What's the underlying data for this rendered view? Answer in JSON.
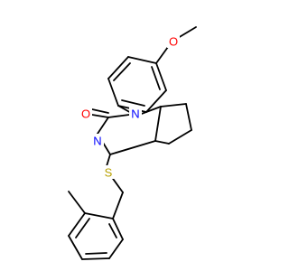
{
  "molecule": {
    "atom_labels": {
      "O_methoxy": "O",
      "N1": "N",
      "O_carbonyl": "O",
      "N3": "N",
      "S": "S"
    },
    "colors": {
      "bond": "#000000",
      "oxygen": "#ff0000",
      "nitrogen": "#0000ff",
      "sulfur": "#b8a000"
    }
  }
}
